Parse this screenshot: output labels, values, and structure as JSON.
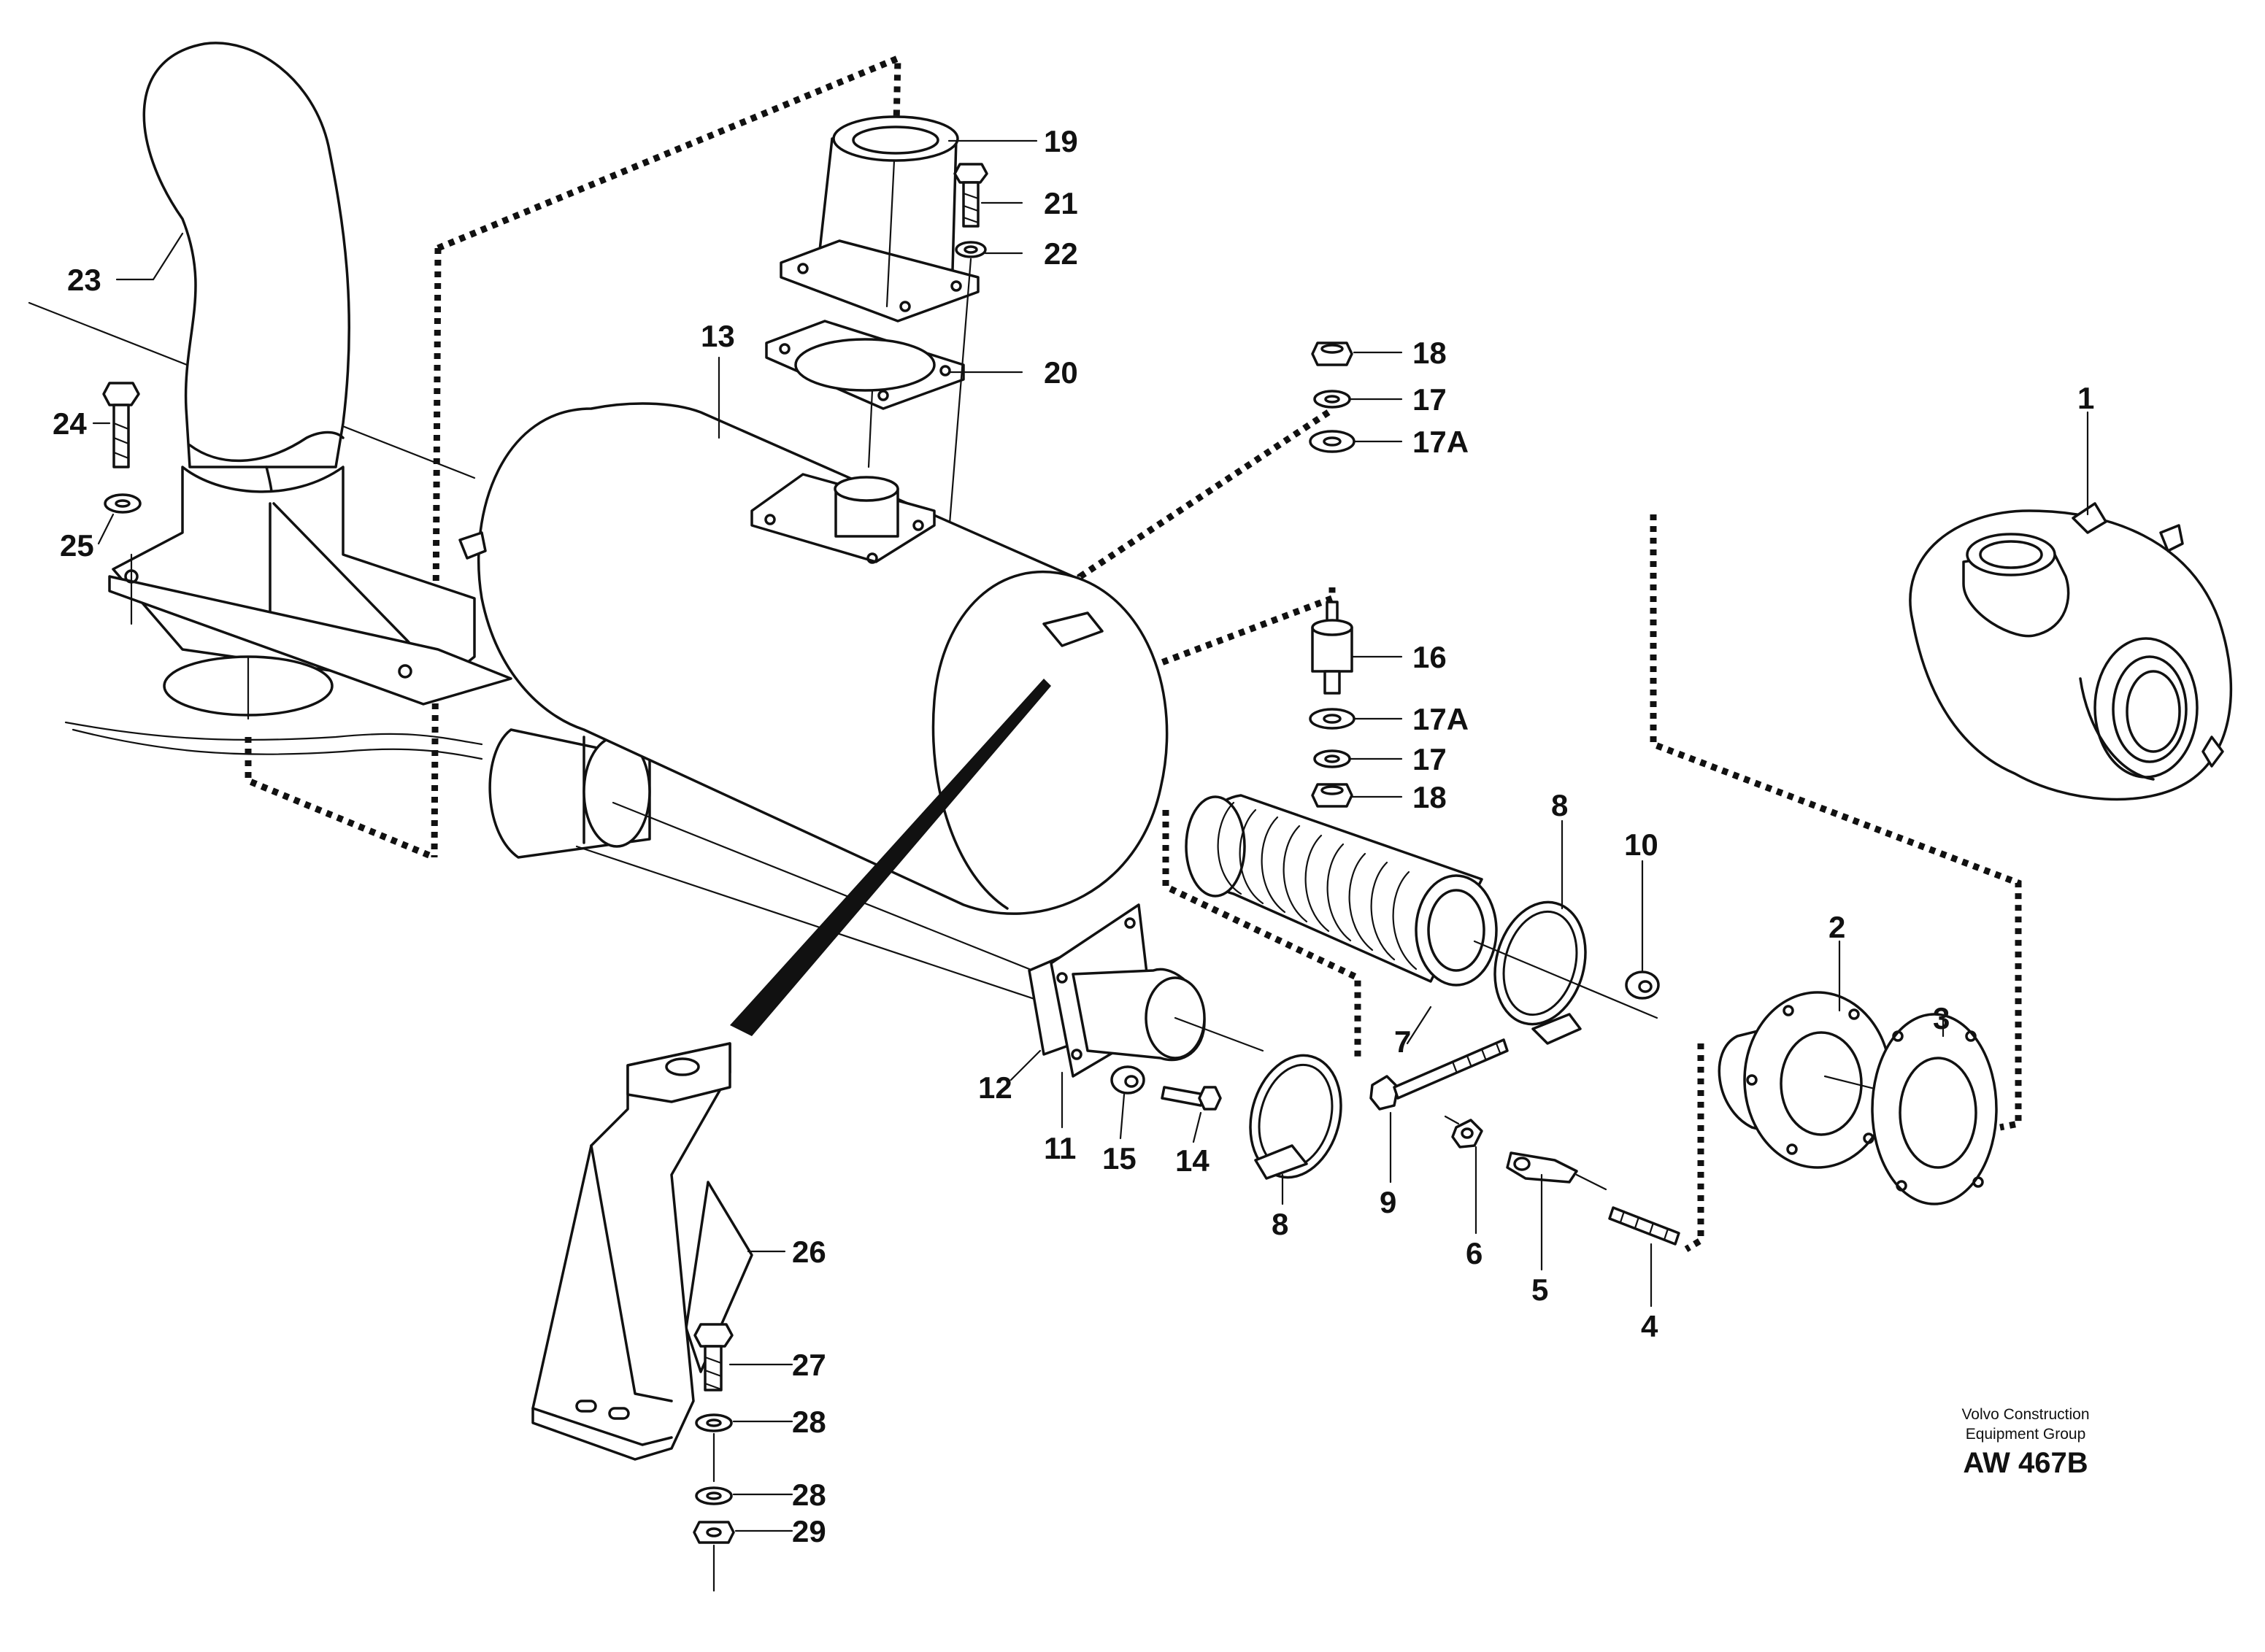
{
  "diagram": {
    "callouts": [
      "1",
      "2",
      "3",
      "4",
      "5",
      "6",
      "7",
      "8",
      "8",
      "9",
      "10",
      "11",
      "12",
      "13",
      "14",
      "15",
      "16",
      "17",
      "17",
      "17A",
      "17A",
      "18",
      "18",
      "19",
      "20",
      "21",
      "22",
      "23",
      "24",
      "25",
      "26",
      "27",
      "28",
      "28",
      "29"
    ],
    "credit_line1": "Volvo Construction",
    "credit_line2": "Equipment Group",
    "figure_code": "AW 467B"
  }
}
